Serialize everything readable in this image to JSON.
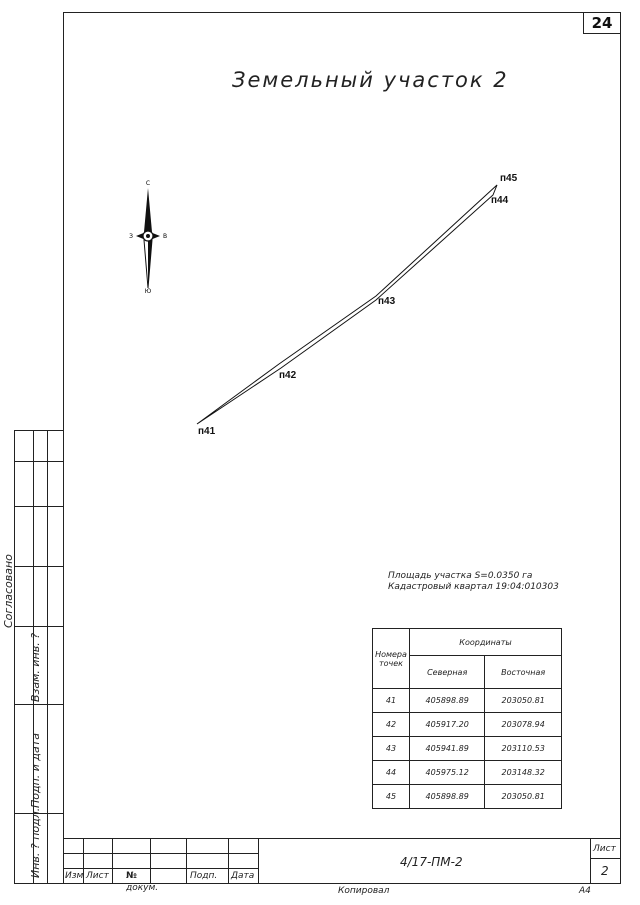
{
  "sheet_number": "24",
  "title": "Земельный участок 2",
  "compass": {
    "north": "С",
    "west": "З",
    "east": "В",
    "south": "Ю"
  },
  "points": {
    "p41": "п41",
    "p42": "п42",
    "p43": "п43",
    "p44": "п44",
    "p45": "п45"
  },
  "area_info": {
    "line1": "Площадь участка S=0.0350 га",
    "line2": "Кадастровый квартал 19:04:010303"
  },
  "coord_table": {
    "col_points": "Номера точек",
    "col_coords": "Координаты",
    "col_north": "Северная",
    "col_east": "Восточная",
    "rows": [
      {
        "n": "41",
        "north": "405898.89",
        "east": "203050.81"
      },
      {
        "n": "42",
        "north": "405917.20",
        "east": "203078.94"
      },
      {
        "n": "43",
        "north": "405941.89",
        "east": "203110.53"
      },
      {
        "n": "44",
        "north": "405975.12",
        "east": "203148.32"
      },
      {
        "n": "45",
        "north": "405898.89",
        "east": "203050.81"
      }
    ]
  },
  "side_labels": {
    "soglasovano": "Согласовано",
    "vzam_inv": "Взам. инв. ?",
    "podp_data": "Подп. и дата",
    "inv_podl": "Инв. ? подл."
  },
  "stamp": {
    "izm": "Изм",
    "list": "Лист",
    "nomer": "№",
    "dokum": "докум.",
    "podp": "Подп.",
    "data": "Дата",
    "designation": "4/17-ПМ-2",
    "list_label": "Лист",
    "list_number": "2"
  },
  "footer": {
    "kopiroval": "Копировал",
    "format": "А4"
  }
}
